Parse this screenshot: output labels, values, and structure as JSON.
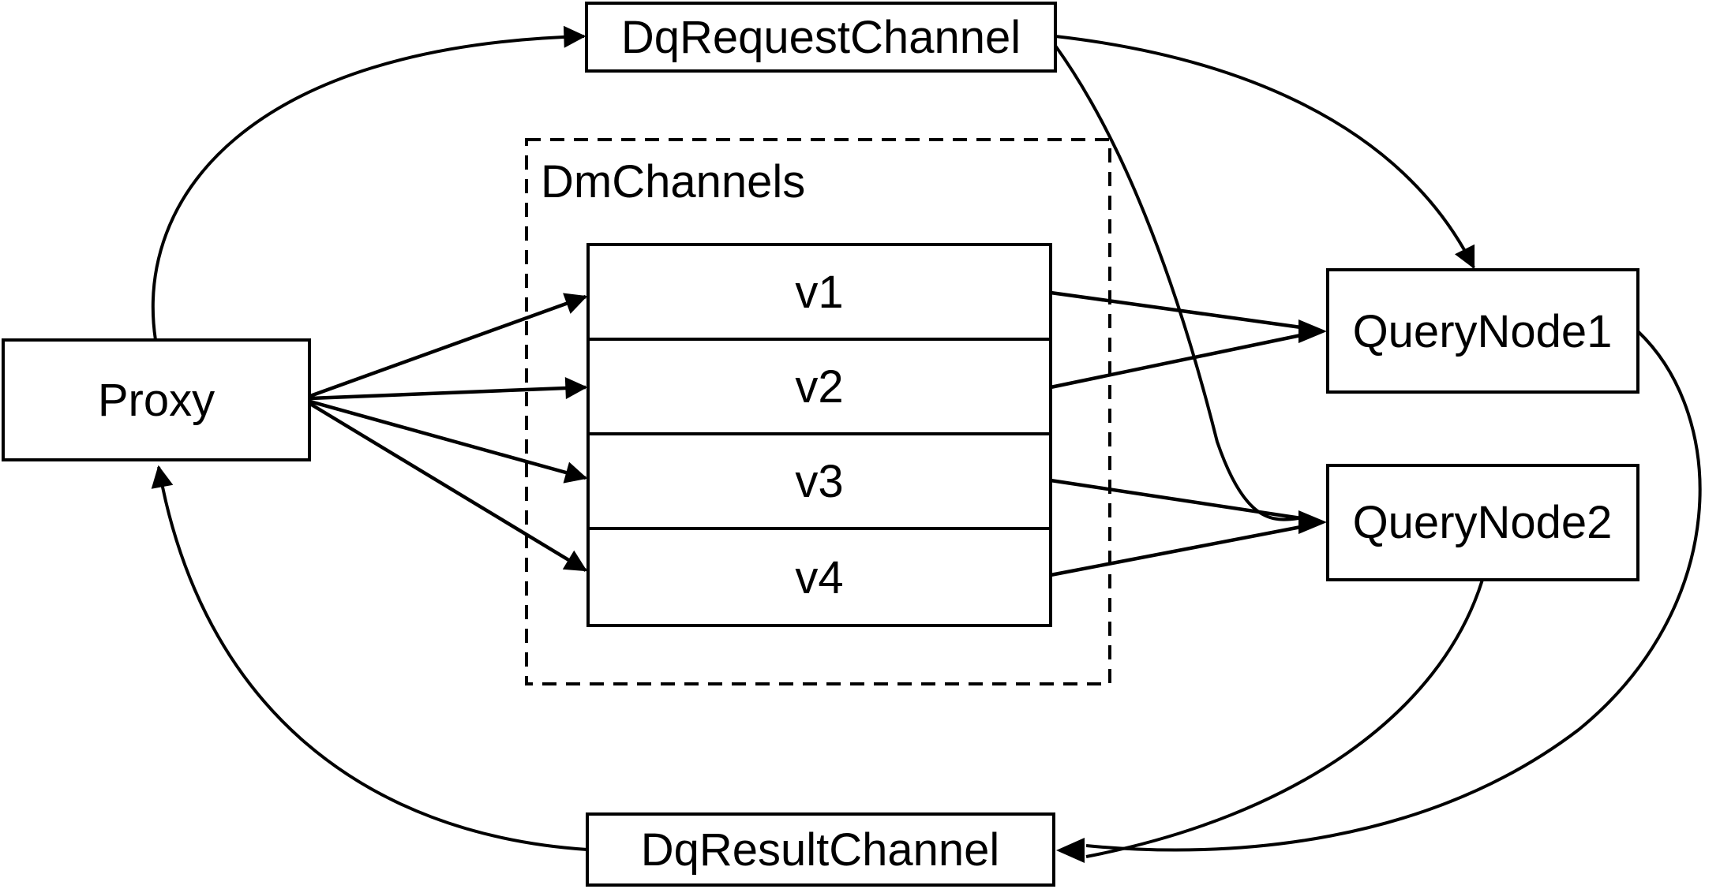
{
  "diagram": {
    "description": "Query channel flow diagram",
    "colors": {
      "background": "#ffffff",
      "stroke": "#000000",
      "node_fill": "#ffffff",
      "text": "#000000"
    },
    "nodes": {
      "proxy": {
        "label": "Proxy"
      },
      "dq_request_channel": {
        "label": "DqRequestChannel"
      },
      "dm_channels_group": {
        "label": "DmChannels"
      },
      "v1": {
        "label": "v1"
      },
      "v2": {
        "label": "v2"
      },
      "v3": {
        "label": "v3"
      },
      "v4": {
        "label": "v4"
      },
      "query_node1": {
        "label": "QueryNode1"
      },
      "query_node2": {
        "label": "QueryNode2"
      },
      "dq_result_channel": {
        "label": "DqResultChannel"
      }
    },
    "edges": [
      {
        "from": "Proxy",
        "to": "DqRequestChannel"
      },
      {
        "from": "Proxy",
        "to": "v1"
      },
      {
        "from": "Proxy",
        "to": "v2"
      },
      {
        "from": "Proxy",
        "to": "v3"
      },
      {
        "from": "Proxy",
        "to": "v4"
      },
      {
        "from": "v1",
        "to": "QueryNode1"
      },
      {
        "from": "v2",
        "to": "QueryNode1"
      },
      {
        "from": "v3",
        "to": "QueryNode2"
      },
      {
        "from": "v4",
        "to": "QueryNode2"
      },
      {
        "from": "DqRequestChannel",
        "to": "QueryNode1"
      },
      {
        "from": "DqRequestChannel",
        "to": "QueryNode2"
      },
      {
        "from": "QueryNode1",
        "to": "DqResultChannel"
      },
      {
        "from": "QueryNode2",
        "to": "DqResultChannel"
      },
      {
        "from": "DqResultChannel",
        "to": "Proxy"
      }
    ]
  }
}
